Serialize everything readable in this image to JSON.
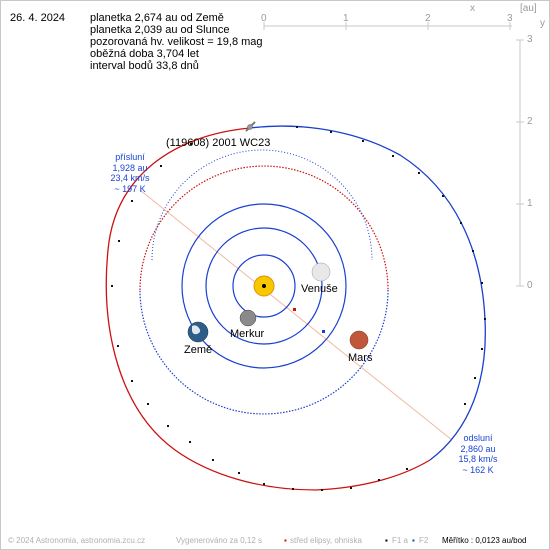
{
  "header": {
    "date": "26. 4. 2024",
    "info": [
      "planetka 2,674 au od Země",
      "planetka 2,039 au od Slunce",
      "pozorovaná hv. velikost = 19,8 mag",
      "oběžná doba 3,704 let",
      "interval bodů 33,8 dnů"
    ]
  },
  "axes": {
    "x_name": "x",
    "y_name": "y",
    "unit": "[au]",
    "x_ticks": [
      "0",
      "1",
      "2",
      "3"
    ],
    "y_ticks": [
      "0",
      "1",
      "2",
      "3"
    ]
  },
  "labels": {
    "asteroid": "(119608) 2001 WC23"
  },
  "perihelion": {
    "title": "přísluní",
    "distance": "1,928 au",
    "speed": "23,4 km/s",
    "temperature": "~ 197 K"
  },
  "aphelion": {
    "title": "odsluní",
    "distance": "2,860 au",
    "speed": "15,8 km/s",
    "temperature": "~ 162 K"
  },
  "planets": {
    "venus": "Venuše",
    "mercury": "Merkur",
    "earth": "Země",
    "mars": "Mars"
  },
  "footer": {
    "copyright": "© 2024 Astronomia, astronomia.zcu.cz",
    "generated": "Vygenerováno za 0,12 s",
    "legend_center": "střed elipsy, ohniska",
    "legend_f1": "F1 a",
    "legend_f2": "F2",
    "scale": "Měřítko : 0,0123 au/bod"
  },
  "colors": {
    "orbit_blue": "#1a3fd0",
    "orbit_red": "#cc1111",
    "label_blue": "#1a44d6",
    "sun": "#f7c800",
    "mars": "#c0573a"
  }
}
